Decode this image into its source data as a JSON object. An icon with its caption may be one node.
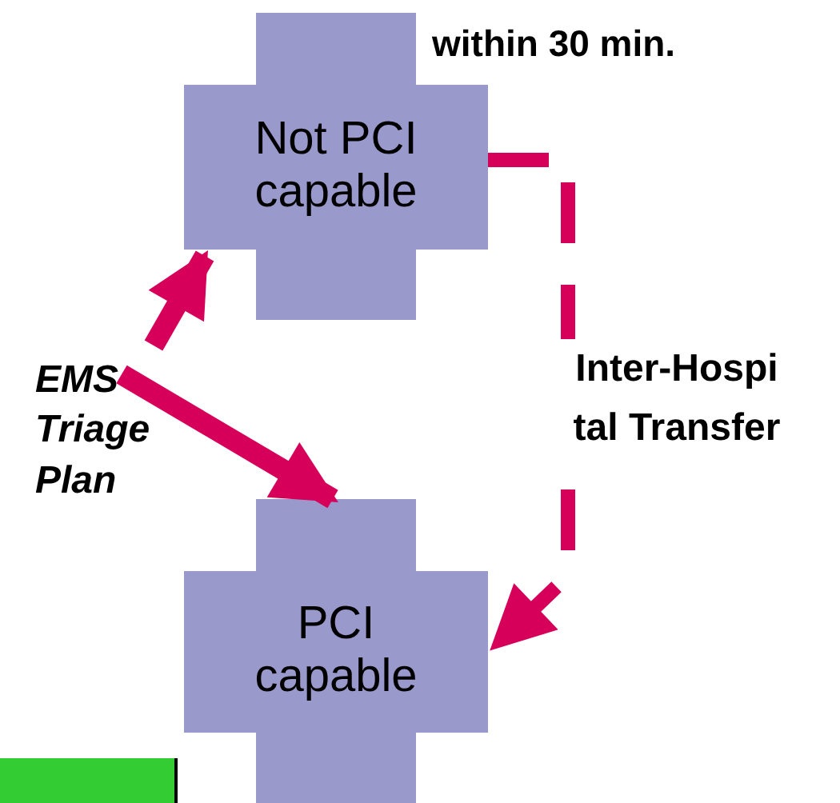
{
  "diagram": {
    "nodes": [
      {
        "text": [
          "Not PCI capable"
        ]
      },
      {
        "text": [
          "PCI capable"
        ]
      },
      {
        "text": [
          "EMS Triage Plan"
        ]
      },
      {
        "text": [],
        "shape": "bar"
      }
    ],
    "edges": [
      {
        "from": 2,
        "to": 0,
        "arrow": "to"
      },
      {
        "from": 2,
        "to": 1,
        "arrow": "to"
      },
      {
        "from": 0,
        "to": 1,
        "arrow": "to",
        "style": "dashed",
        "label": "Inter-Hospi tal Transfer"
      }
    ],
    "labels": [
      "within 30 min."
    ]
  }
}
